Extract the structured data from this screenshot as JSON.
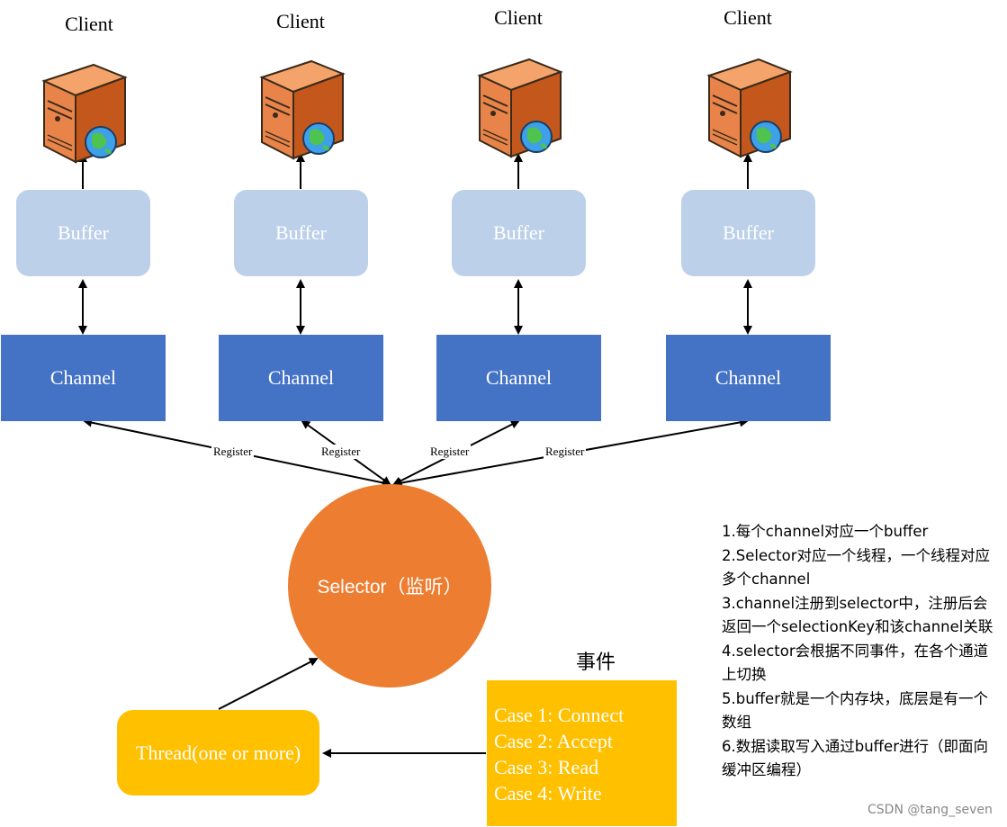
{
  "clients": [
    {
      "label": "Client",
      "buffer": "Buffer",
      "channel": "Channel"
    },
    {
      "label": "Client",
      "buffer": "Buffer",
      "channel": "Channel"
    },
    {
      "label": "Client",
      "buffer": "Buffer",
      "channel": "Channel"
    },
    {
      "label": "Client",
      "buffer": "Buffer",
      "channel": "Channel"
    }
  ],
  "register_labels": [
    "Register",
    "Register",
    "Register",
    "Register"
  ],
  "selector": {
    "label": "Selector（监听）"
  },
  "thread": {
    "label": "Thread(one or more)"
  },
  "events": {
    "title": "事件",
    "cases": [
      "Case 1: Connect",
      "Case 2: Accept",
      "Case 3: Read",
      "Case 4: Write"
    ]
  },
  "notes": [
    "1.每个channel对应一个buffer",
    "2.Selector对应一个线程，一个线程对应多个channel",
    "3.channel注册到selector中，注册后会返回一个selectionKey和该channel关联",
    "4.selector会根据不同事件，在各个通道上切换",
    "5.buffer就是一个内存块，底层是有一个数组",
    "6.数据读取写入通过buffer进行（即面向缓冲区编程）"
  ],
  "watermark": "CSDN @tang_seven",
  "colors": {
    "buffer": "#bdd0ea",
    "channel": "#4472c4",
    "selector": "#ed7d31",
    "thread": "#ffc000",
    "server": "#e07a3c"
  },
  "icons": [
    "server-icon",
    "globe-icon"
  ]
}
